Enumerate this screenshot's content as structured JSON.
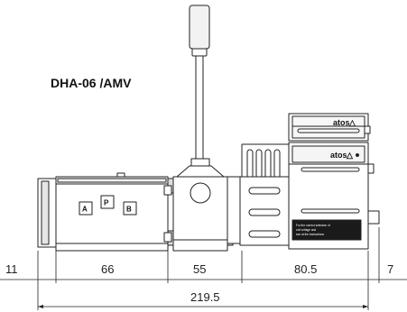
{
  "title": "DHA-06 /AMV",
  "brand_upper": "atos",
  "brand_lower": "atos",
  "warning_glyph": "△",
  "plate_text": [
    "For the correct selection of",
    "coil voltage and",
    "see at the instructions"
  ],
  "ports": [
    "A",
    "P",
    "B"
  ],
  "dimensions": {
    "d1": "11",
    "d2": "66",
    "d3": "55",
    "d4": "80.5",
    "d5": "7",
    "total": "219.5"
  },
  "colors": {
    "line": "#222222",
    "body_fill": "#ffffff",
    "handle_grip": "#f2f2f2",
    "plate": "#1a1a1a"
  }
}
